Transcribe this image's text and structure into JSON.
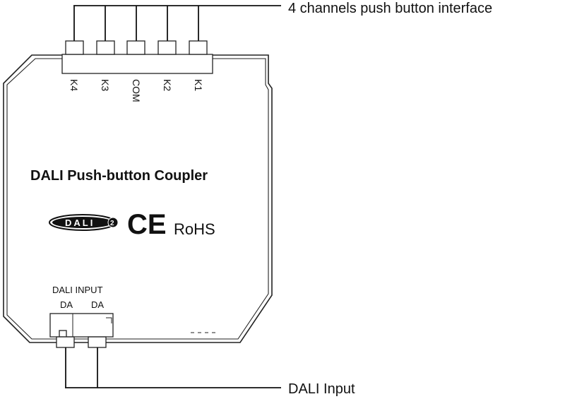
{
  "callouts": {
    "top": "4 channels push button interface",
    "bottom": "DALI Input"
  },
  "terminals": [
    "K4",
    "K3",
    "COM",
    "K2",
    "K1"
  ],
  "device": {
    "title": "DALI Push-button Coupler",
    "rohs": "RoHS",
    "ce": "CE",
    "dali_logo_text": "DALI",
    "dali_logo_badge": "2",
    "input_header": "DALI INPUT",
    "input_left": "DA",
    "input_right": "DA"
  }
}
